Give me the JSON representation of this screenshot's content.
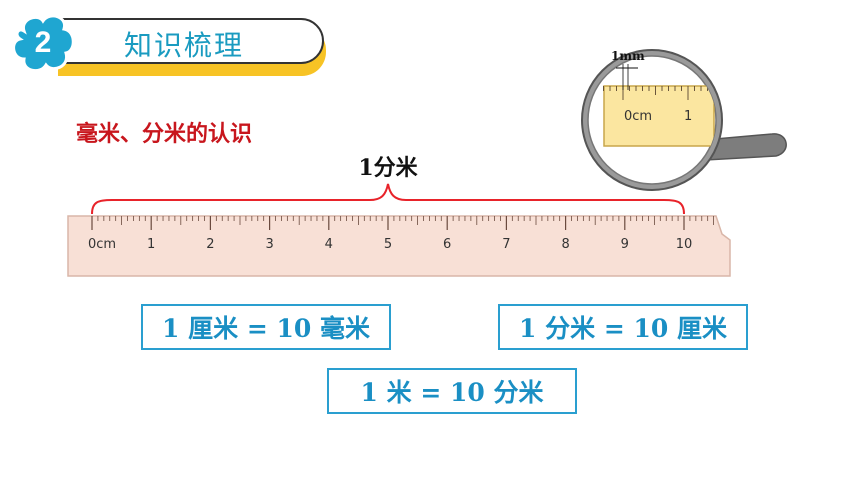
{
  "header": {
    "badge_number": "2",
    "title": "知识梳理",
    "badge_color": "#1fa6d1",
    "bar_accent": "#f7c325"
  },
  "section": {
    "title": "毫米、分米的认识",
    "title_color": "#c8161d"
  },
  "ruler": {
    "zero_label": "0cm",
    "tick_labels": [
      "1",
      "2",
      "3",
      "4",
      "5",
      "6",
      "7",
      "8",
      "9",
      "10"
    ],
    "brace_label": "1分米",
    "fill_color": "#f8e0d6"
  },
  "magnifier": {
    "mm_label": "1mm",
    "zero_label": "0cm",
    "one_label": "1"
  },
  "equations": [
    {
      "text": "1 厘米 = 10 毫米"
    },
    {
      "text": "1 分米 = 10 厘米"
    },
    {
      "text": "1 米 = 10 分米"
    }
  ]
}
